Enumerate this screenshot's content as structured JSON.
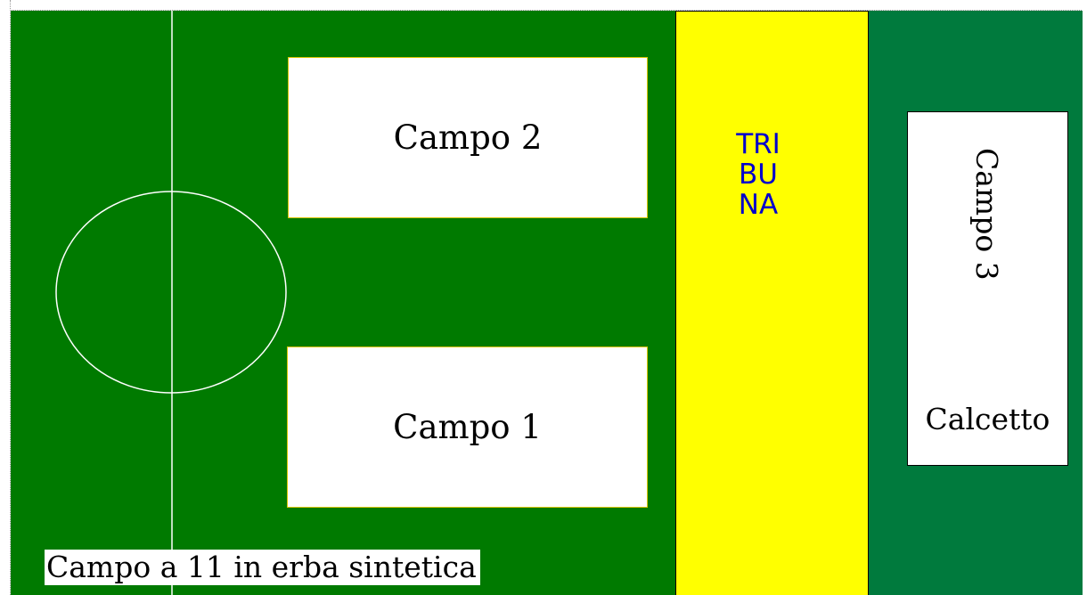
{
  "diagram": {
    "fields": {
      "campo_2": "Campo 2",
      "campo_1": "Campo 1",
      "campo_3": "Campo 3",
      "campo_3_sub": "Calcetto"
    },
    "tribuna": "TRIBUNA",
    "caption": "Campo a 11 in erba sintetica",
    "colors": {
      "grass_main": "#007a00",
      "grass_right": "#007a3d",
      "tribuna": "#ffff00",
      "tribuna_text": "#0000cc",
      "field_boxes": "#ffffff",
      "lines": "#ffffff"
    }
  }
}
